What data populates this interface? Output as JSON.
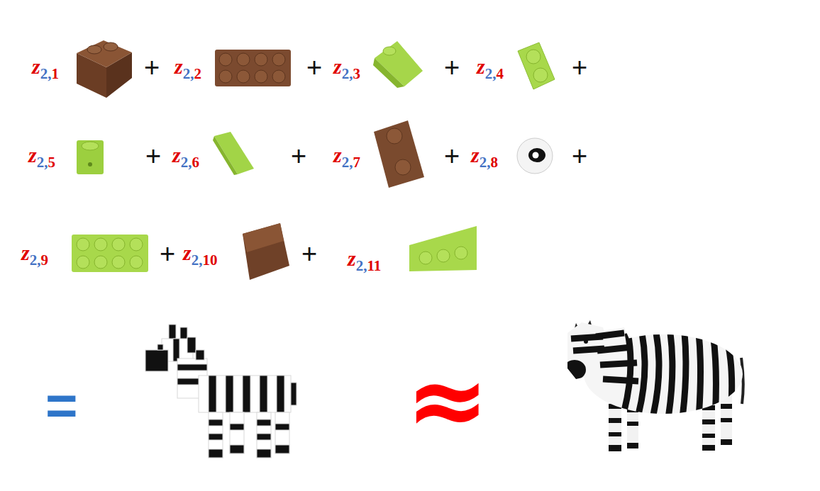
{
  "diagram": {
    "labels": [
      "z2,1",
      "+",
      "z2,2",
      "+",
      "z2,3",
      "+",
      "z2,4",
      "+",
      "z2,5",
      "+",
      "z2,6",
      "+",
      "z2,7",
      "+",
      "z2,8",
      "+",
      "z2,9",
      "+",
      "z2,10",
      "+",
      "z2,11",
      "=",
      "≈"
    ]
  }
}
